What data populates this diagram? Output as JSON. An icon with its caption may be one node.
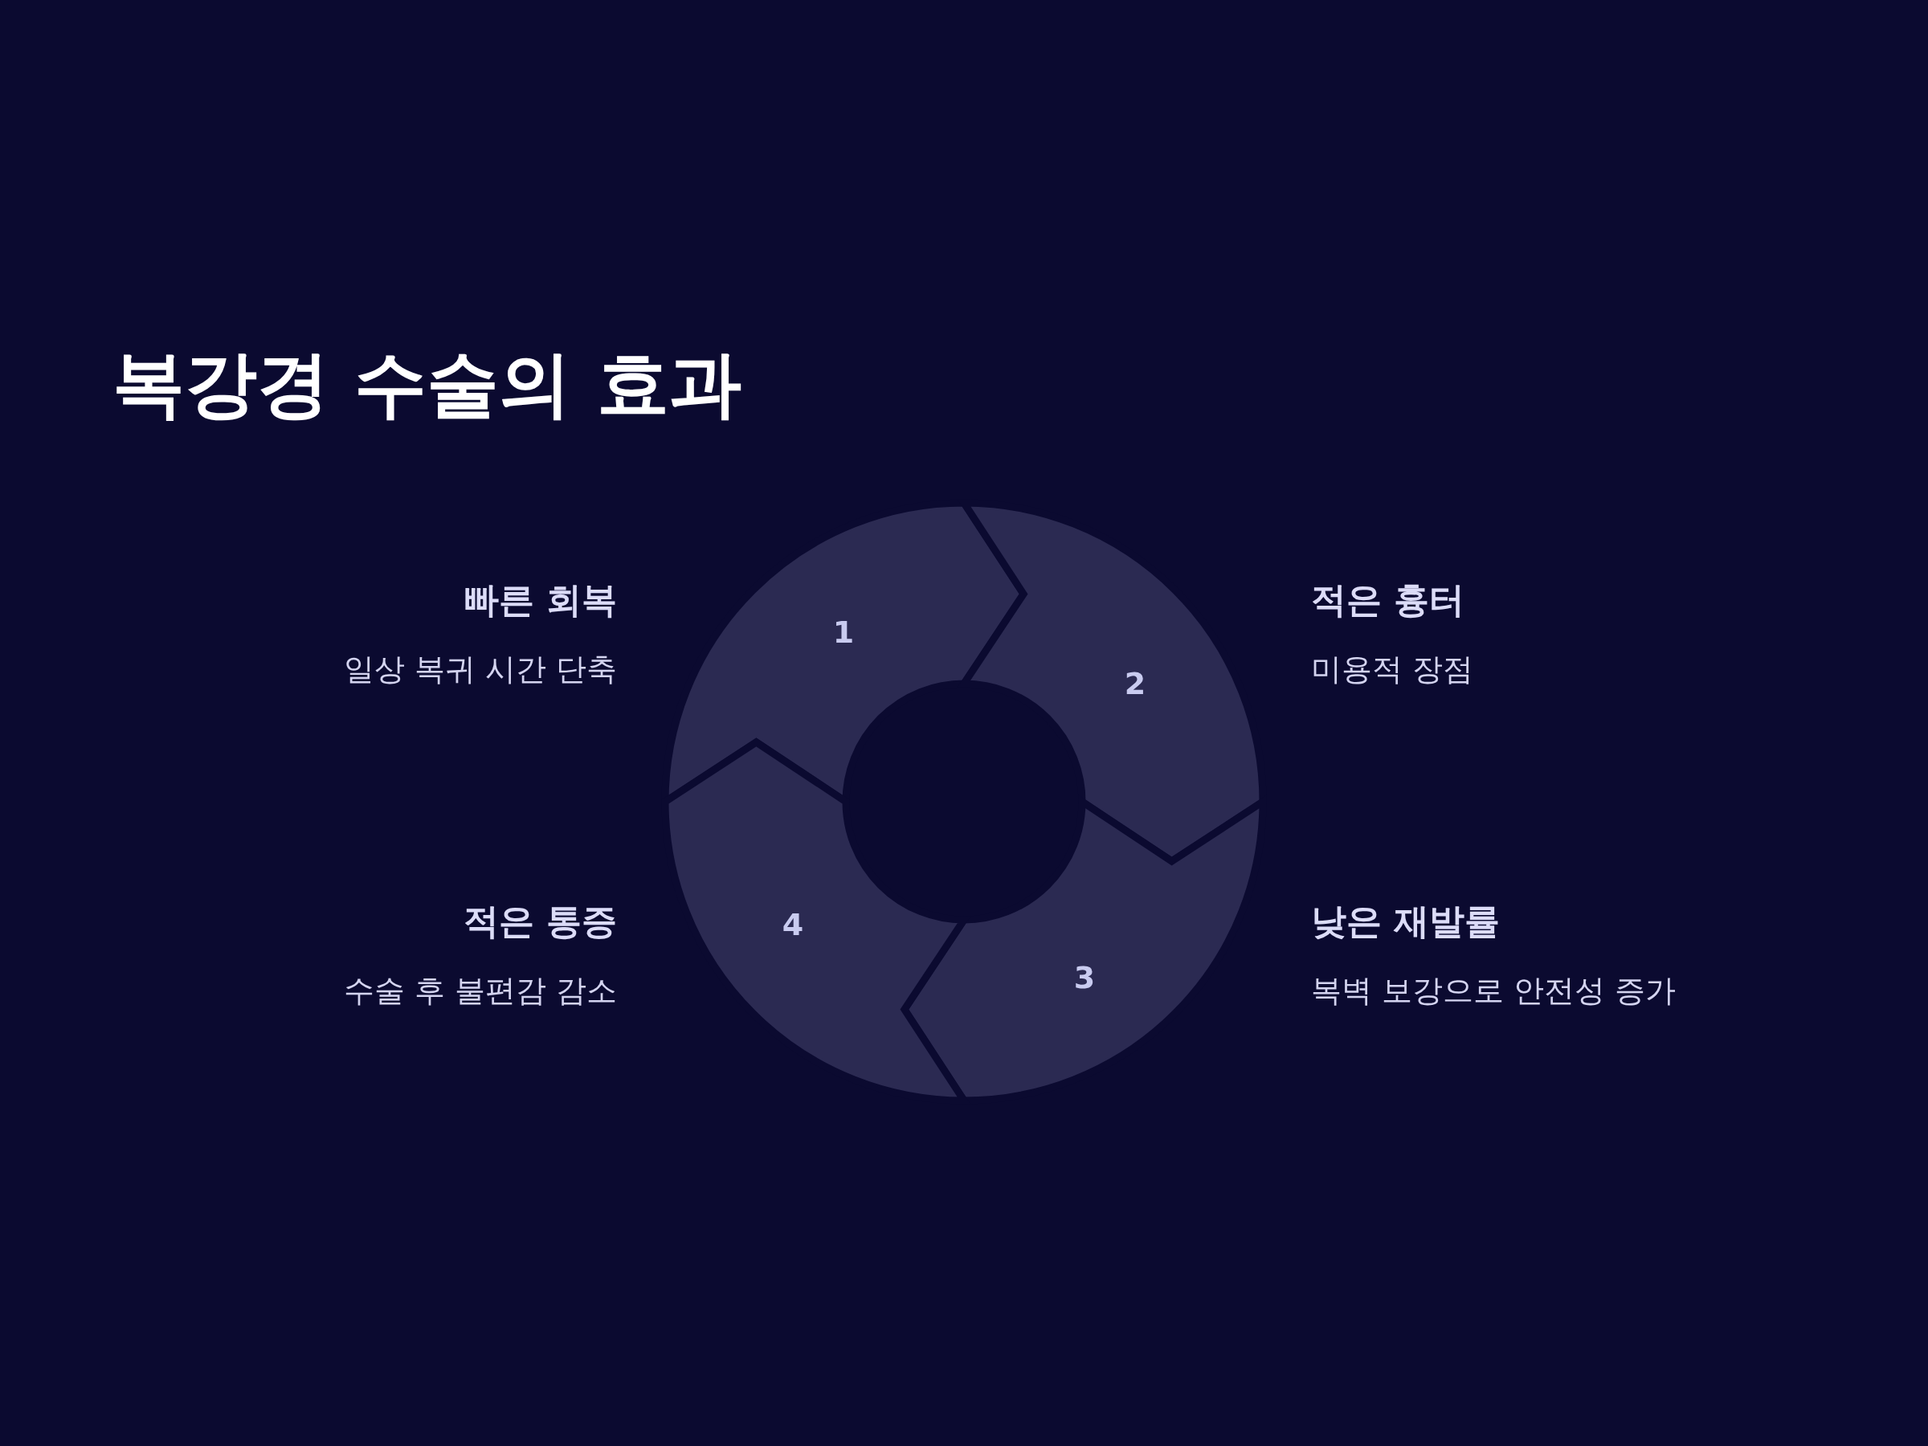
{
  "diagram": {
    "title": "복강경 수술의 효과",
    "nodes": [
      {
        "text": [
          "1"
        ],
        "beside": [
          "빠른 회복",
          "일상 복귀 시간 단축"
        ]
      },
      {
        "text": [
          "2"
        ],
        "beside": [
          "적은 흉터",
          "미용적 장점"
        ]
      },
      {
        "text": [
          "3"
        ],
        "beside": [
          "낮은 재발률",
          "복벽 보강으로 안전성 증가"
        ]
      },
      {
        "text": [
          "4"
        ],
        "beside": [
          "적은 통증",
          "수술 후 불편감 감소"
        ]
      }
    ]
  }
}
